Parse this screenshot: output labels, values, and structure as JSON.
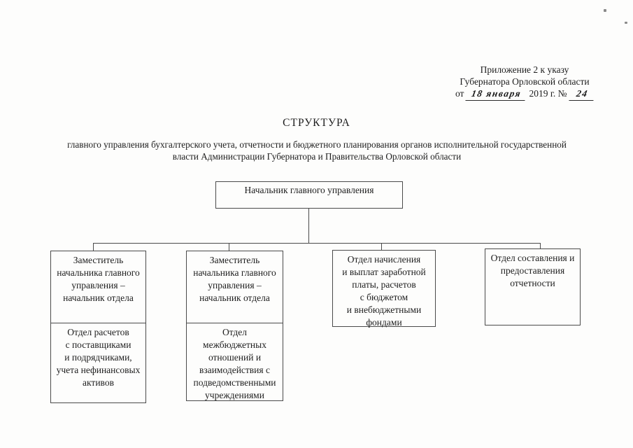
{
  "document": {
    "header": {
      "line1": "Приложение 2 к указу",
      "line2": "Губернатора Орловской области",
      "date_prefix": "от",
      "date_handwritten": "18 января",
      "date_suffix": "2019 г. №",
      "number_handwritten": "24"
    },
    "title": "СТРУКТУРА",
    "subtitle": "главного управления бухгалтерского учета, отчетности и бюджетного планирования органов исполнительной государственной\nвласти Администрации Губернатора и Правительства Орловской области"
  },
  "org_chart": {
    "type": "org-tree",
    "root": "Начальник главного управления",
    "columns": [
      {
        "top": "Заместитель\nначальника главного\nуправления –\nначальник отдела",
        "bottom": "Отдел расчетов\nс поставщиками\nи подрядчиками,\nучета нефинансовых\nактивов"
      },
      {
        "top": "Заместитель\nначальника главного\nуправления –\nначальник отдела",
        "bottom": "Отдел\nмежбюджетных\nотношений и\nвзаимодействия с\nподведомственными\nучреждениями"
      },
      {
        "top": "Отдел начисления\nи выплат заработной\nплаты, расчетов\nс бюджетом\nи внебюджетными\nфондами"
      },
      {
        "top": "Отдел составления и\nпредоставления\nотчетности"
      }
    ]
  },
  "colors": {
    "ink": "#1d1d1d",
    "border": "#4a4a4a",
    "background": "#fdfdfc"
  }
}
